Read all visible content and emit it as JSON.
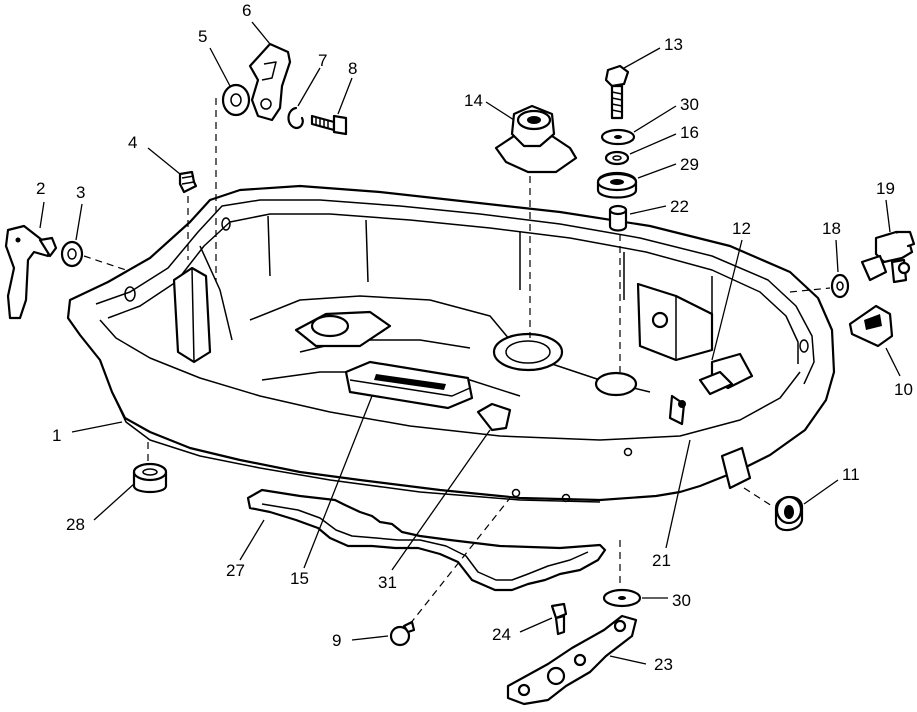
{
  "callouts": [
    {
      "id": "c1",
      "text": "1"
    },
    {
      "id": "c2",
      "text": "2"
    },
    {
      "id": "c3",
      "text": "3"
    },
    {
      "id": "c4",
      "text": "4"
    },
    {
      "id": "c5",
      "text": "5"
    },
    {
      "id": "c6",
      "text": "6"
    },
    {
      "id": "c7",
      "text": "7"
    },
    {
      "id": "c8",
      "text": "8"
    },
    {
      "id": "c9",
      "text": "9"
    },
    {
      "id": "c10",
      "text": "10"
    },
    {
      "id": "c11",
      "text": "11"
    },
    {
      "id": "c12",
      "text": "12"
    },
    {
      "id": "c13",
      "text": "13"
    },
    {
      "id": "c14",
      "text": "14"
    },
    {
      "id": "c15",
      "text": "15"
    },
    {
      "id": "c16",
      "text": "16"
    },
    {
      "id": "c18",
      "text": "18"
    },
    {
      "id": "c19",
      "text": "19"
    },
    {
      "id": "c21",
      "text": "21"
    },
    {
      "id": "c22",
      "text": "22"
    },
    {
      "id": "c23",
      "text": "23"
    },
    {
      "id": "c24",
      "text": "24"
    },
    {
      "id": "c27",
      "text": "27"
    },
    {
      "id": "c28",
      "text": "28"
    },
    {
      "id": "c29",
      "text": "29"
    },
    {
      "id": "c30a",
      "text": "30"
    },
    {
      "id": "c30b",
      "text": "30"
    },
    {
      "id": "c31",
      "text": "31"
    }
  ]
}
